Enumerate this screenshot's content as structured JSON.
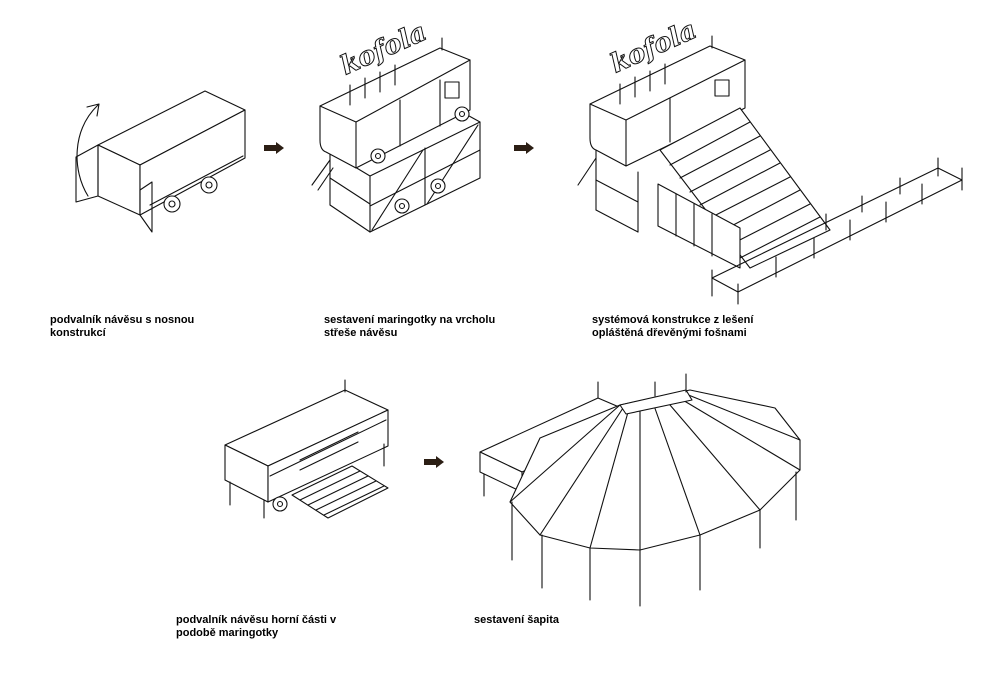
{
  "captions": [
    {
      "id": "step1",
      "line1": "podvalník návěsu s nosnou",
      "line2": "konstrukcí"
    },
    {
      "id": "step2",
      "line1": "sestavení maringotky na vrcholu",
      "line2": "střeše návěsu"
    },
    {
      "id": "step3",
      "line1": "systémová konstrukce z lešení",
      "line2": "opláštěná dřevěnými fošnami"
    },
    {
      "id": "step4",
      "line1": "podvalník návěsu horní části v",
      "line2": "podobě maringotky"
    },
    {
      "id": "step5",
      "line1": "sestavení šapita",
      "line2": ""
    }
  ],
  "logo_text": "kofola",
  "arrow_color": "#2b1e14"
}
